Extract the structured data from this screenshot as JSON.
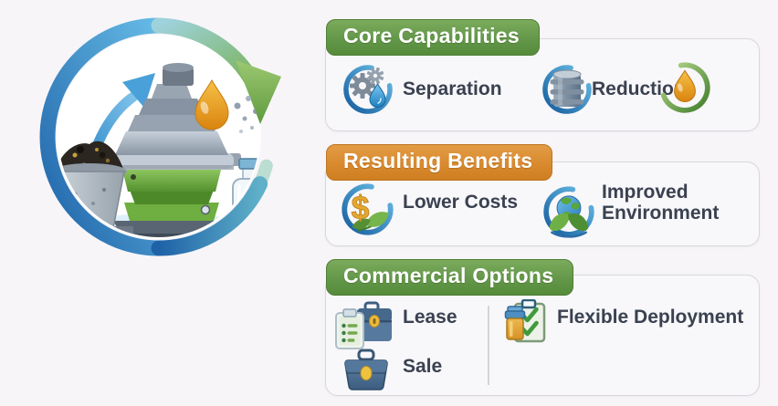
{
  "background": "#f7f5f8",
  "illustration": {
    "alt": "Circular process ring: sludge bucket and centrifuge separator machine producing a clean oil sample bottle and oil droplet",
    "parts": [
      "recycle-ring-arrows",
      "flow-arrow",
      "centrifuge-machine",
      "sludge-bucket",
      "oil-droplet",
      "particles",
      "clean-oil-bottle",
      "water-surface"
    ],
    "colors": {
      "ring_blue": "#2a6db3",
      "ring_green": "#7ab257",
      "machine_green": "#6cae3e",
      "machine_gray": "#9aa5b2",
      "oil": "#e59a1f",
      "sludge": "#2b2620"
    }
  },
  "panels": [
    {
      "id": "core-capabilities",
      "title": "Core Capabilities",
      "header_color": "#639749",
      "items": [
        {
          "label": "Separation",
          "icon": "gears-water-drop-icon"
        },
        {
          "label": "Reduction",
          "icon": "barrel-icon"
        },
        {
          "label": "",
          "icon": "oil-drop-ring-icon"
        }
      ]
    },
    {
      "id": "resulting-benefits",
      "title": "Resulting Benefits",
      "header_color": "#d98a2e",
      "items": [
        {
          "label": "Lower Costs",
          "icon": "dollar-leaf-icon"
        },
        {
          "label": "Improved Environment",
          "icon": "globe-leaf-icon"
        }
      ]
    },
    {
      "id": "commercial-options",
      "title": "Commercial Options",
      "header_color": "#639749",
      "items": [
        {
          "label": "Lease",
          "icon": "clipboard-briefcase-icon"
        },
        {
          "label": "Sale",
          "icon": "toolbox-icon"
        },
        {
          "label": "Flexible Deployment",
          "icon": "jar-checklist-icon"
        }
      ]
    }
  ]
}
